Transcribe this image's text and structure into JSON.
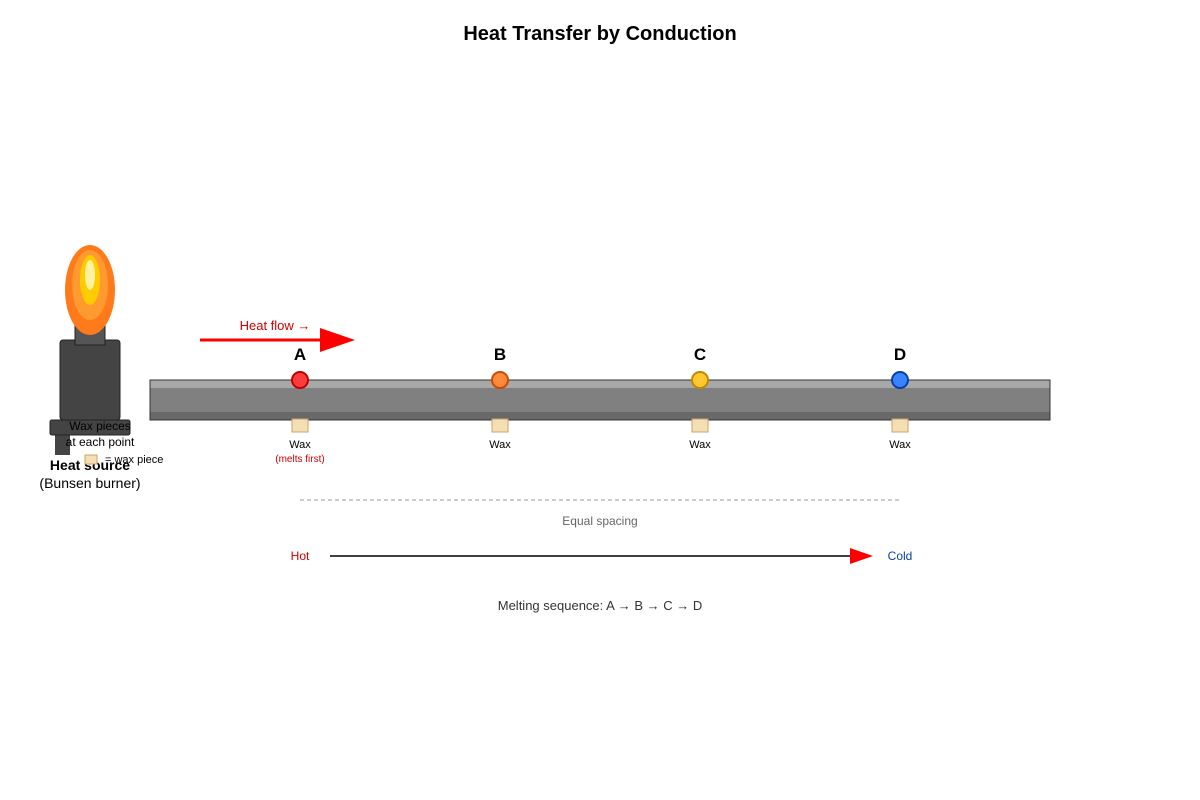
{
  "title": "Heat Transfer by Conduction",
  "heat_source": {
    "label": "Heat source",
    "sublabel": "(Bunsen burner)"
  },
  "heat_flow_label": "Heat flow →",
  "points": [
    {
      "letter": "A",
      "wax_label": "Wax",
      "note": "(melts first)",
      "color": "#ff3b3b",
      "stroke": "#c00000"
    },
    {
      "letter": "B",
      "wax_label": "Wax",
      "note": "",
      "color": "#ff8a3b",
      "stroke": "#cc4a00"
    },
    {
      "letter": "C",
      "wax_label": "Wax",
      "note": "",
      "color": "#ffc830",
      "stroke": "#c08a00"
    },
    {
      "letter": "D",
      "wax_label": "Wax",
      "note": "",
      "color": "#3b82ff",
      "stroke": "#0b3fa8"
    }
  ],
  "legend": {
    "line1": "Wax pieces",
    "line2": "at each point",
    "swatch_label": "= wax piece"
  },
  "spacing_label": "Equal spacing",
  "gradient": {
    "hot_label": "Hot",
    "cold_label": "Cold",
    "hot_color": "#cc0000",
    "cold_color": "#0b3fa8"
  },
  "sequence_label": "Melting sequence: A → B → C → D",
  "colors": {
    "rod": "#808080",
    "rod_top": "#a8a8a8",
    "rod_bottom": "#686868",
    "wax": "#f5deb3",
    "wax_stroke": "#c9a46a",
    "arrow": "#ff0000",
    "burner": "#444444"
  }
}
